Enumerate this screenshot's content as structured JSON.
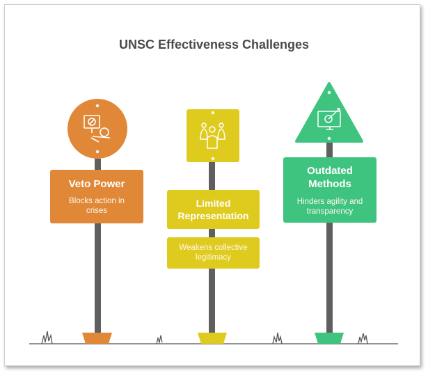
{
  "title": "UNSC Effectiveness Challenges",
  "signs": [
    {
      "heading": "Veto Power",
      "description": "Blocks action in crises",
      "icon": "veto-blocked-icon",
      "color": "#e08837"
    },
    {
      "heading": "Limited Representation",
      "description": "Weakens collective legitimacy",
      "icon": "group-people-icon",
      "color": "#dfcb1e"
    },
    {
      "heading": "Outdated Methods",
      "description": "Hinders agility and transparency",
      "icon": "monitor-target-icon",
      "color": "#3fc480"
    }
  ],
  "colors": {
    "pole": "#5f5f5f",
    "ground": "#555555"
  }
}
